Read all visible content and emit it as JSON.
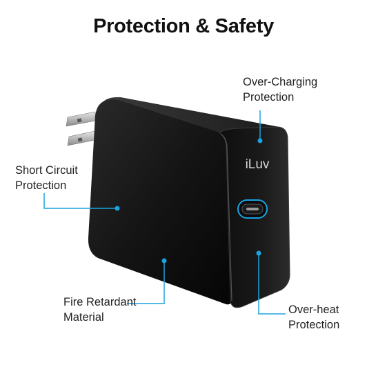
{
  "title": "Protection & Safety",
  "brand": "iLuv",
  "callouts": {
    "over_charging": {
      "line1": "Over-Charging",
      "line2": "Protection"
    },
    "short_circuit": {
      "line1": "Short Circuit",
      "line2": "Protection"
    },
    "fire_retardant": {
      "line1": "Fire Retardant",
      "line2": "Material"
    },
    "over_heat": {
      "line1": "Over-heat",
      "line2": "Protection"
    }
  },
  "colors": {
    "accent": "#1aa3e0",
    "body": "#111111",
    "background": "#ffffff"
  }
}
